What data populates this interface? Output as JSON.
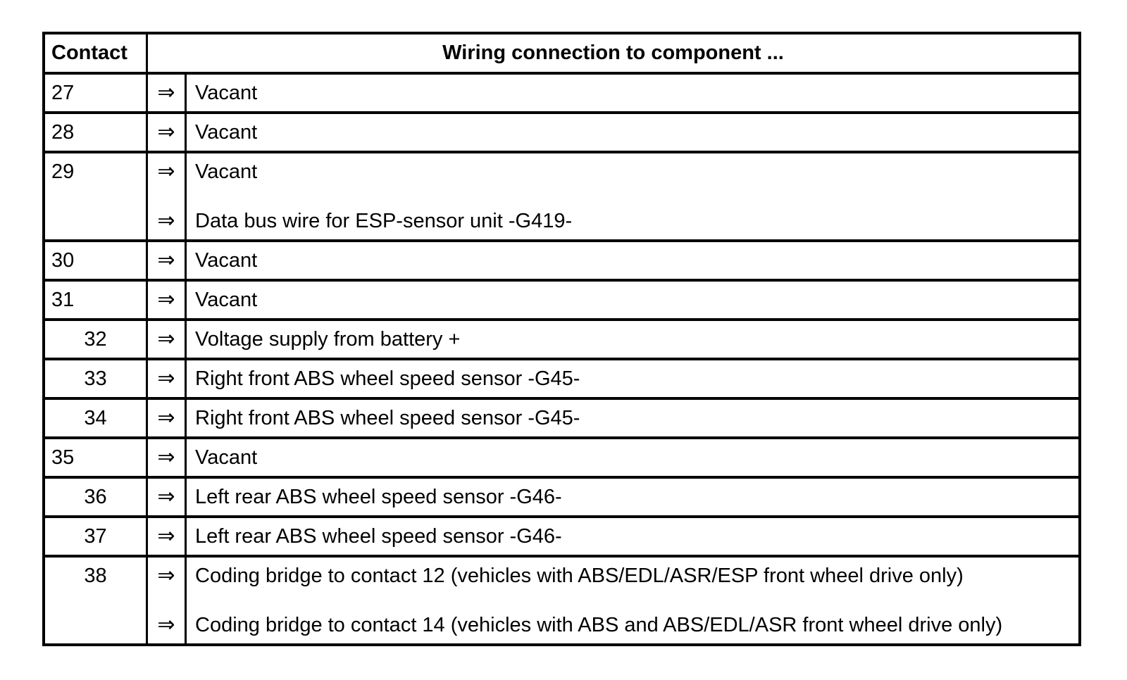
{
  "colors": {
    "border": "#000000",
    "text": "#000000",
    "background": "#ffffff"
  },
  "table": {
    "arrow_icon": "⇒",
    "header": {
      "contact": "Contact",
      "wiring": "Wiring connection to component ..."
    },
    "rows": [
      {
        "contact": "27",
        "align": "left",
        "connections": [
          "Vacant"
        ]
      },
      {
        "contact": "28",
        "align": "left",
        "connections": [
          "Vacant"
        ]
      },
      {
        "contact": "29",
        "align": "left",
        "connections": [
          "Vacant",
          "Data bus wire for ESP-sensor unit -G419-"
        ]
      },
      {
        "contact": "30",
        "align": "left",
        "connections": [
          "Vacant"
        ]
      },
      {
        "contact": "31",
        "align": "left",
        "connections": [
          "Vacant"
        ]
      },
      {
        "contact": "32",
        "align": "center",
        "connections": [
          "Voltage supply from battery +"
        ]
      },
      {
        "contact": "33",
        "align": "center",
        "connections": [
          "Right front ABS wheel speed sensor -G45-"
        ]
      },
      {
        "contact": "34",
        "align": "center",
        "connections": [
          "Right front ABS wheel speed sensor -G45-"
        ]
      },
      {
        "contact": "35",
        "align": "left",
        "connections": [
          "Vacant"
        ]
      },
      {
        "contact": "36",
        "align": "center",
        "connections": [
          "Left rear ABS wheel speed sensor -G46-"
        ]
      },
      {
        "contact": "37",
        "align": "center",
        "connections": [
          "Left rear ABS wheel speed sensor -G46-"
        ]
      },
      {
        "contact": "38",
        "align": "center",
        "connections": [
          "Coding bridge to contact 12 (vehicles with ABS/EDL/ASR/ESP front wheel drive only)",
          "Coding bridge to contact 14 (vehicles with ABS and ABS/EDL/ASR front wheel drive only)"
        ]
      }
    ]
  }
}
